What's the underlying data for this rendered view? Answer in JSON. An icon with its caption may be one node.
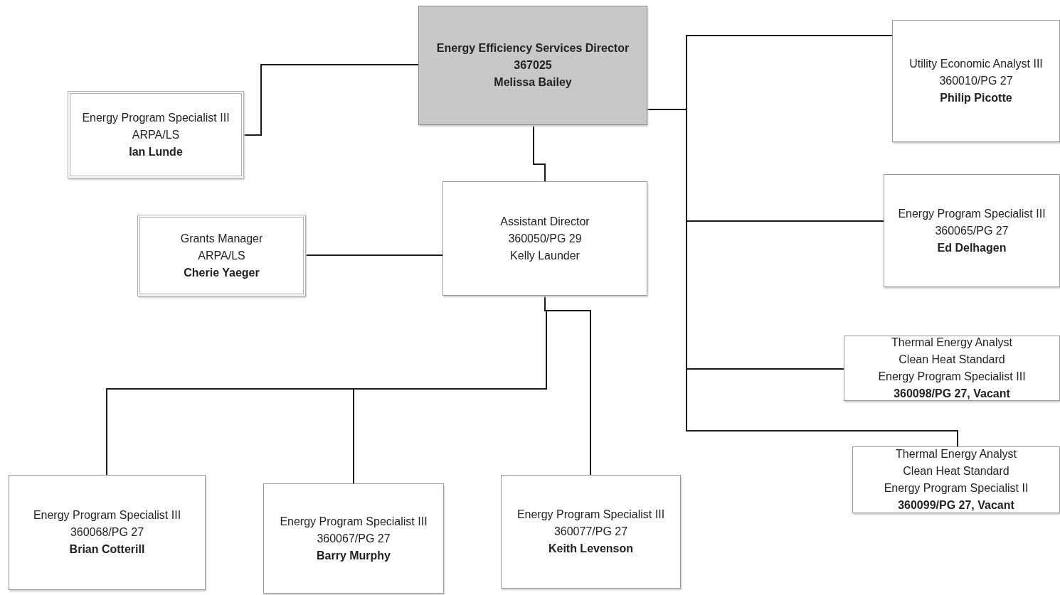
{
  "diagram": {
    "nodes": [
      {
        "text": [
          "Energy Efficiency Services Director",
          "367025",
          "Melissa Bailey"
        ]
      },
      {
        "text": [
          "Energy Program Specialist III",
          "ARPA/LS",
          "Ian Lunde"
        ]
      },
      {
        "text": [
          "Utility Economic Analyst III",
          "360010/PG 27",
          "Philip Picotte"
        ]
      },
      {
        "text": [
          "Assistant Director",
          "360050/PG 29",
          "Kelly Launder"
        ]
      },
      {
        "text": [
          "Grants Manager",
          "ARPA/LS",
          "Cherie Yaeger"
        ]
      },
      {
        "text": [
          "Energy Program Specialist III",
          "360065/PG 27",
          "Ed Delhagen"
        ]
      },
      {
        "text": [
          "Thermal Energy Analyst",
          "Clean Heat Standard",
          "Energy Program Specialist III",
          "360098/PG 27, Vacant"
        ]
      },
      {
        "text": [
          "Thermal Energy Analyst",
          "Clean Heat Standard",
          "Energy Program Specialist II",
          "360099/PG 27, Vacant"
        ]
      },
      {
        "text": [
          "Energy Program Specialist III",
          "360068/PG 27",
          "Brian Cotterill"
        ]
      },
      {
        "text": [
          "Energy Program Specialist III",
          "360067/PG 27",
          "Barry Murphy"
        ]
      },
      {
        "text": [
          "Energy Program Specialist III",
          "360077/PG 27",
          "Keith Levenson"
        ]
      }
    ],
    "edges": [
      {
        "from": 0,
        "to": 1,
        "arrow": "none"
      },
      {
        "from": 0,
        "to": 3,
        "arrow": "none"
      },
      {
        "from": 0,
        "to": 2,
        "arrow": "none"
      },
      {
        "from": 0,
        "to": 5,
        "arrow": "none"
      },
      {
        "from": 0,
        "to": 6,
        "arrow": "none"
      },
      {
        "from": 0,
        "to": 7,
        "arrow": "none"
      },
      {
        "from": 3,
        "to": 4,
        "arrow": "none"
      },
      {
        "from": 3,
        "to": 8,
        "arrow": "none"
      },
      {
        "from": 3,
        "to": 9,
        "arrow": "none"
      },
      {
        "from": 3,
        "to": 10,
        "arrow": "none"
      }
    ]
  }
}
